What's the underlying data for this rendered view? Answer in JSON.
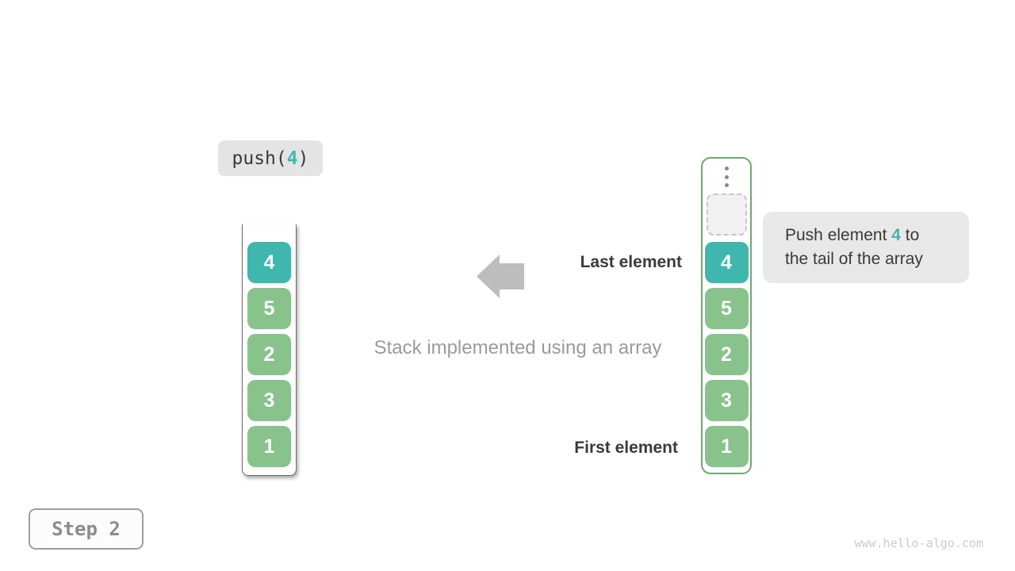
{
  "colors": {
    "teal": "#3fb6ae",
    "green": "#87c38b",
    "container-green": "#67ae6b",
    "arrow-gray": "#bdbdbd",
    "label-dark": "#3a3a3a",
    "caption-gray": "#9a9a9a",
    "badge-bg": "#e4e4e4",
    "tooltip-bg": "#e8e8e8",
    "step-gray": "#8c8c8c",
    "watermark-gray": "#cbcbcb"
  },
  "operation_badge": {
    "prefix": "push(",
    "value": "4",
    "suffix": ")"
  },
  "left_stack": {
    "items": [
      {
        "value": "4",
        "highlight": true
      },
      {
        "value": "5",
        "highlight": false
      },
      {
        "value": "2",
        "highlight": false
      },
      {
        "value": "3",
        "highlight": false
      },
      {
        "value": "1",
        "highlight": false
      }
    ]
  },
  "right_stack": {
    "ellipsis_icon": "vertical-ellipsis",
    "has_empty_slot": true,
    "items": [
      {
        "value": "4",
        "highlight": true
      },
      {
        "value": "5",
        "highlight": false
      },
      {
        "value": "2",
        "highlight": false
      },
      {
        "value": "3",
        "highlight": false
      },
      {
        "value": "1",
        "highlight": false
      }
    ]
  },
  "icons": {
    "arrow": "left-arrow"
  },
  "labels": {
    "last_element": "Last element",
    "first_element": "First element",
    "caption": "Stack implemented using an array"
  },
  "tooltip": {
    "text_before": "Push element ",
    "highlight": "4",
    "text_after": " to the tail of the array"
  },
  "step_badge": {
    "label": "Step 2"
  },
  "watermark": {
    "text": "www.hello-algo.com"
  }
}
